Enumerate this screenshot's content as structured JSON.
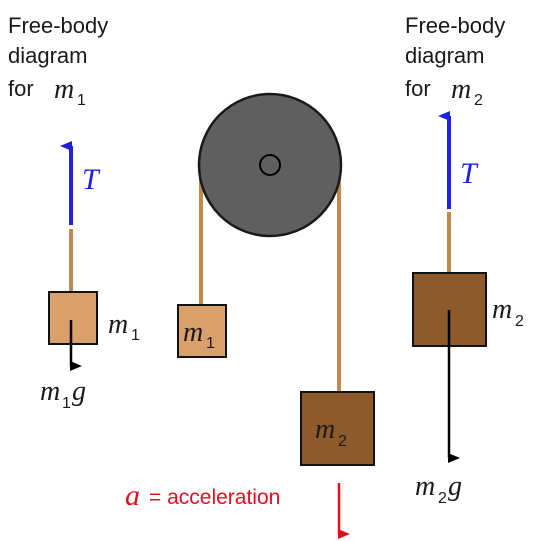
{
  "left_caption": {
    "line1": "Free-body",
    "line2": "diagram",
    "line3_prefix": "for",
    "mass_symbol": "m",
    "mass_sub": "1"
  },
  "right_caption": {
    "line1": "Free-body",
    "line2": "diagram",
    "line3_prefix": "for",
    "mass_symbol": "m",
    "mass_sub": "2"
  },
  "labels": {
    "tension_left": "T",
    "tension_right": "T",
    "m1_symbol": "m",
    "m1_sub": "1",
    "m2_symbol": "m",
    "m2_sub": "2",
    "weight_m1_symbol": "m",
    "weight_m1_sub": "1",
    "weight_m1_g": "g",
    "weight_m2_symbol": "m",
    "weight_m2_sub": "2",
    "weight_m2_g": "g",
    "acceleration_symbol": "a",
    "acceleration_text": "= acceleration"
  },
  "colors": {
    "rope": "#c08a4e",
    "pulley": "#5f5f5f",
    "block_m1": "#d9a06a",
    "block_m2": "#8e5a2b",
    "tension_arrow": "#2020e0",
    "weight_arrow": "#000000",
    "accel": "#e01020",
    "text": "#1a1a1a"
  }
}
